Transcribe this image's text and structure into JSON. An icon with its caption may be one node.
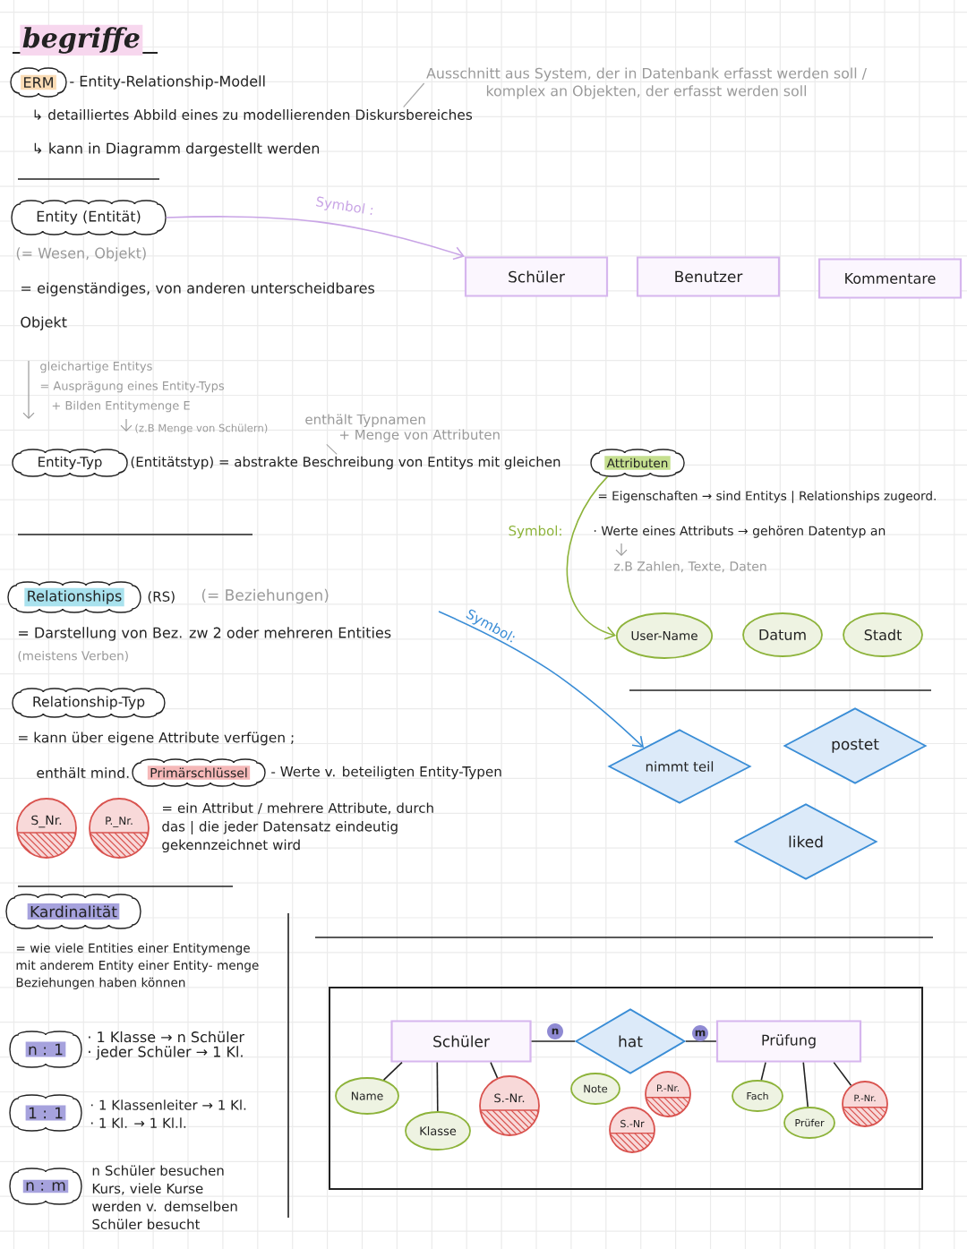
{
  "diagram": {
    "title": "begriffe",
    "nodes": [
      {
        "text": [
          "ERM"
        ]
      },
      {
        "text": [
          "Ausschnitt aus System, der in Datenbank erfasst werden soll /",
          "komplex an Objekten, der erfasst werden soll"
        ]
      },
      {
        "text": [
          "↳ detailliertes Abbild eines zu modellierenden Diskursbereiches"
        ]
      },
      {
        "text": [
          "Entity (Entität)"
        ]
      },
      {
        "text": [
          "Schüler"
        ]
      },
      {
        "text": [
          "Benutzer"
        ]
      },
      {
        "text": [
          "Kommentare"
        ]
      },
      {
        "text": [
          "enthält Typnamen",
          "+ Menge von Attributen"
        ]
      },
      {
        "text": [
          "Entity-Typ"
        ]
      },
      {
        "text": [
          "(Entitätstyp) = abstrakte Beschreibung von Entitys mit gleichen"
        ]
      },
      {
        "text": [
          "Attributen"
        ]
      },
      {
        "text": [
          "Relationships"
        ]
      },
      {
        "text": [
          "User-Name"
        ]
      },
      {
        "text": [
          "Datum"
        ]
      },
      {
        "text": [
          "Stadt"
        ]
      },
      {
        "text": [
          "Relationship-Typ"
        ]
      },
      {
        "text": [
          "nimmt teil"
        ]
      },
      {
        "text": [
          "postet"
        ]
      },
      {
        "text": [
          "Primärschlüssel"
        ]
      },
      {
        "text": [
          "liked"
        ]
      },
      {
        "text": [
          "S_Nr."
        ]
      },
      {
        "text": [
          "P._Nr."
        ]
      },
      {
        "text": [
          "Kardinalität"
        ]
      },
      {
        "text": [
          "n : 1"
        ]
      },
      {
        "text": [
          "1 : 1"
        ]
      },
      {
        "text": [
          "n : m"
        ]
      },
      {
        "text": [],
        "shape": "box"
      },
      {
        "text": [
          "Schüler"
        ],
        "in": 26
      },
      {
        "text": [
          "hat"
        ],
        "in": 26
      },
      {
        "text": [
          "Prüfung"
        ],
        "in": 26
      },
      {
        "text": [
          "Name"
        ],
        "in": 26
      },
      {
        "text": [
          "Klasse"
        ],
        "in": 26
      },
      {
        "text": [
          "S.-Nr."
        ],
        "in": 26
      },
      {
        "text": [
          "Note"
        ],
        "in": 26
      },
      {
        "text": [
          "P.-Nr."
        ],
        "in": 26
      },
      {
        "text": [
          "S.-Nr"
        ],
        "in": 26
      },
      {
        "text": [
          "Fach"
        ],
        "in": 26
      },
      {
        "text": [
          "Prüfer"
        ],
        "in": 26
      },
      {
        "text": [
          "P.-Nr."
        ],
        "in": 26
      }
    ],
    "edges": [
      {
        "from": 3,
        "to": 4,
        "arrow": "to",
        "label": "Symbol :",
        "color": "#c9a5e6"
      },
      {
        "from": 1,
        "to": 2,
        "arrow": "none",
        "color": "#a8a8a8"
      },
      {
        "from": 7,
        "to": 9,
        "arrow": "none",
        "color": "#a8a8a8"
      },
      {
        "from": 10,
        "to": 12,
        "arrow": "to",
        "label": "Symbol:",
        "color": "#8db33a"
      },
      {
        "from": null,
        "to": 16,
        "arrow": "to",
        "label": "Symbol:",
        "color": "#3a8dd6"
      },
      {
        "from": 27,
        "to": 28,
        "arrow": "none",
        "label": "n"
      },
      {
        "from": 28,
        "to": 29,
        "arrow": "none",
        "label": "m"
      },
      {
        "from": 27,
        "to": 30,
        "arrow": "none"
      },
      {
        "from": 27,
        "to": 31,
        "arrow": "none"
      },
      {
        "from": 27,
        "to": 32,
        "arrow": "none"
      },
      {
        "from": 29,
        "to": 36,
        "arrow": "none"
      },
      {
        "from": 29,
        "to": 37,
        "arrow": "none"
      },
      {
        "from": 29,
        "to": 38,
        "arrow": "none"
      }
    ],
    "labels": [
      "- Entity-Relationship-Modell",
      "↳ kann in Diagramm dargestellt werden",
      "(= Wesen, Objekt)",
      "= eigenständiges, von anderen unterscheidbares Objekt",
      "gleichartige Entitys",
      "= Ausprägung eines Entity-Typs",
      "+ Bilden Entitymenge E",
      "(z.B Menge von Schülern)",
      "= Eigenschaften → sind Entitys | Relationships zugeord.",
      "· Werte eines Attributs → gehören Datentyp an",
      "z.B Zahlen, Texte, Daten",
      "(RS)",
      "(= Beziehungen)",
      "= Darstellung von Bez. zw 2 oder mehreren Entities",
      "(meistens Verben)",
      "= kann über eigene Attribute verfügen ;",
      "enthält mind.",
      "- Werte v. beteiligten Entity-Typen",
      "= ein Attribut / mehrere Attribute, durch das | die jeder Datensatz eindeutig gekennzeichnet wird",
      "= wie viele Entities einer Entitymenge mit anderem Entity einer Entity- menge Beziehungen haben können",
      "· 1 Klasse → n Schüler",
      "· jeder Schüler → 1 Kl.",
      "· 1 Klassenleiter → 1 Kl.",
      "· 1 Kl. → 1 Kl.l.",
      "n Schüler besuchen Kurs, viele Kurse werden v. demselben Schüler besucht"
    ]
  }
}
